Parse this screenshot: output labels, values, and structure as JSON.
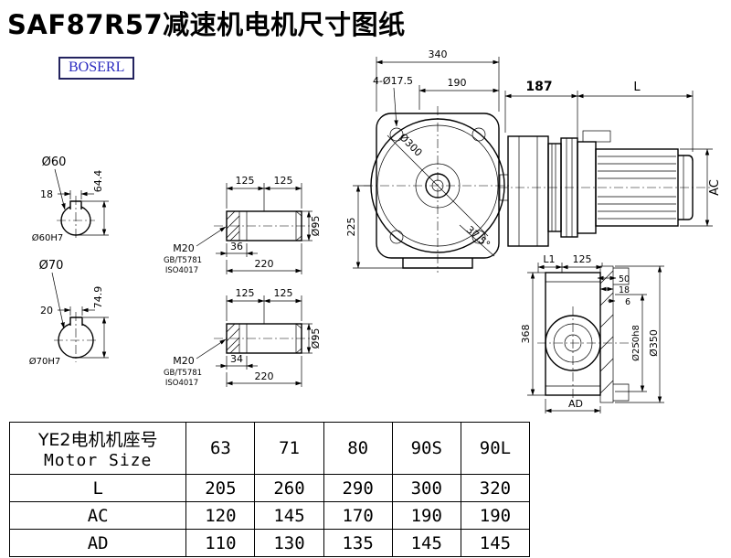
{
  "header": {
    "title": "SAF87R57减速机电机尺寸图纸",
    "logo": "BOSERL"
  },
  "front_view": {
    "dim_width": "340",
    "dim_pitch": "190",
    "bolt_note": "4-Ø17.5",
    "flange_dia": "Ø300",
    "dim_height": "225",
    "angle": "37.5°"
  },
  "side_view": {
    "dim_gearbox_len": "187",
    "dim_motor_len": "L",
    "dim_motor_dia": "AC"
  },
  "shaft_60": {
    "dia_label": "Ø60",
    "dim_height": "64.4",
    "dim_key": "18",
    "bore_label": "Ø60H7"
  },
  "shaft_70": {
    "dia_label": "Ø70",
    "dim_height": "74.9",
    "dim_key": "20",
    "bore_label": "Ø70H7"
  },
  "shaft_top": {
    "dim_125a": "125",
    "dim_125b": "125",
    "thread": "M20",
    "std1": "GB/T5781",
    "std2": "ISO4017",
    "dim_len1": "36",
    "dim_len2": "220",
    "dia": "Ø95"
  },
  "shaft_bottom": {
    "dim_125a": "125",
    "dim_125b": "125",
    "thread": "M20",
    "std1": "GB/T5781",
    "std2": "ISO4017",
    "dim_len1": "34",
    "dim_len2": "220",
    "dia": "Ø95"
  },
  "rear_view": {
    "dim_l1": "L1",
    "dim_125": "125",
    "dim_50": "50",
    "dim_18": "18",
    "dim_6": "6",
    "dim_368": "368",
    "dia_250": "Ø250h8",
    "dia_350": "Ø350",
    "dim_ad": "AD"
  },
  "table": {
    "size_label_cn": "YE2电机机座号",
    "size_label_en": "Motor Size",
    "sizes": [
      "63",
      "71",
      "80",
      "90S",
      "90L"
    ],
    "rows": [
      {
        "label": "L",
        "values": [
          "205",
          "260",
          "290",
          "300",
          "320"
        ]
      },
      {
        "label": "AC",
        "values": [
          "120",
          "145",
          "170",
          "190",
          "190"
        ]
      },
      {
        "label": "AD",
        "values": [
          "110",
          "130",
          "135",
          "145",
          "145"
        ]
      }
    ]
  }
}
